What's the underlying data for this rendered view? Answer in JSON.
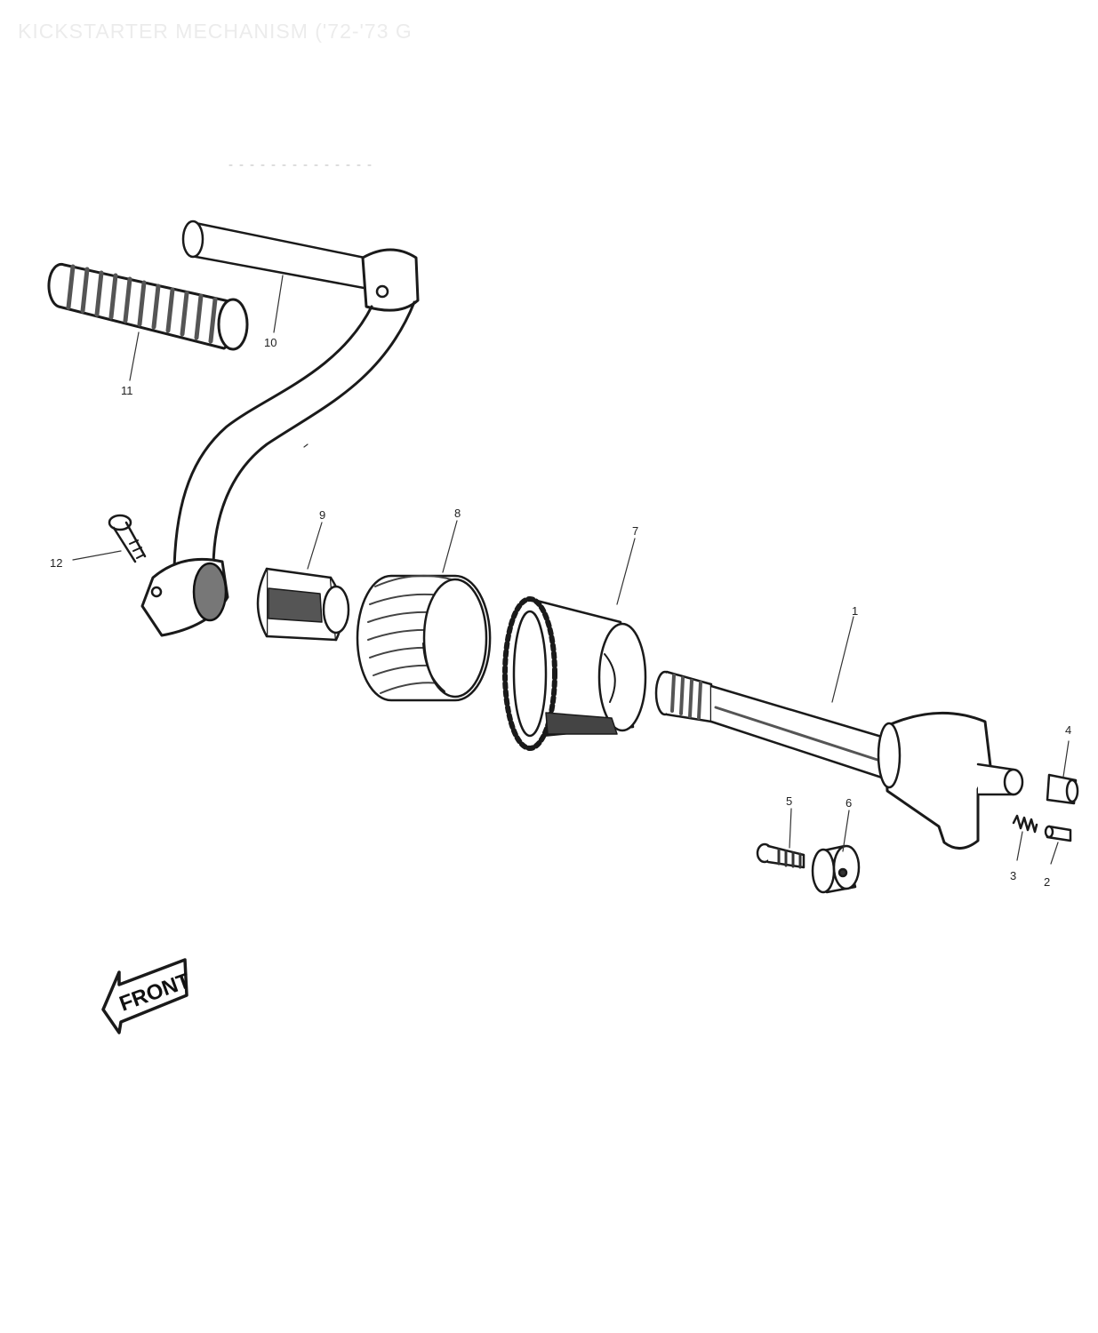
{
  "title": "KICKSTARTER MECHANISM ('72-'73 G",
  "front_marker": "FRONT",
  "callouts": [
    {
      "id": "1",
      "part": "kickstarter-shaft"
    },
    {
      "id": "2",
      "part": "pin"
    },
    {
      "id": "3",
      "part": "spring"
    },
    {
      "id": "4",
      "part": "cap"
    },
    {
      "id": "5",
      "part": "bolt"
    },
    {
      "id": "6",
      "part": "roller"
    },
    {
      "id": "7",
      "part": "kick-gear"
    },
    {
      "id": "8",
      "part": "return-spring"
    },
    {
      "id": "9",
      "part": "spring-guide"
    },
    {
      "id": "10",
      "part": "pedal-arm"
    },
    {
      "id": "11",
      "part": "pedal-rubber"
    },
    {
      "id": "12",
      "part": "clamp-bolt"
    }
  ]
}
